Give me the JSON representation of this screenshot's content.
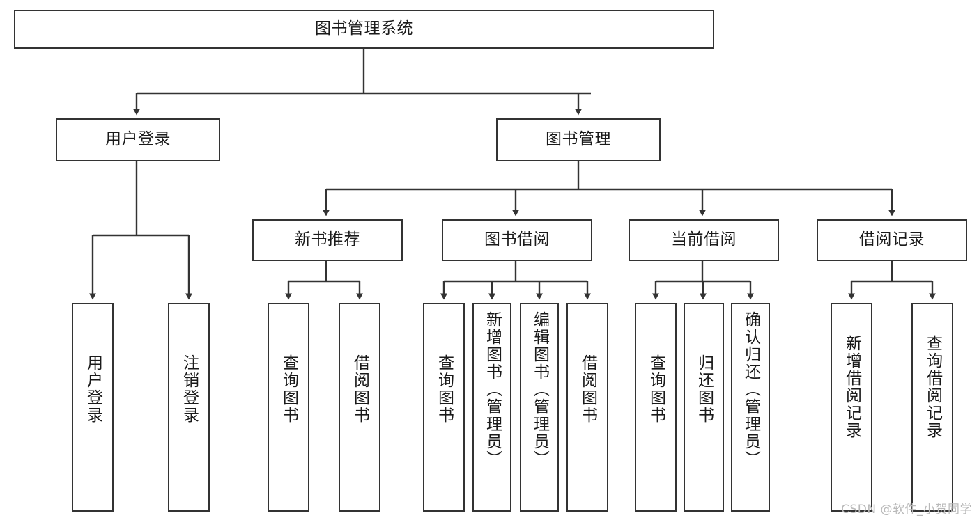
{
  "diagram": {
    "title": "图书管理系统",
    "watermark": "CSDN @软件_小贺同学",
    "colors": {
      "stroke": "#333333",
      "fill": "#ffffff",
      "text": "#1a1a1a",
      "watermark": "#b9b9b9"
    }
  },
  "nodes": {
    "root": {
      "label": "图书管理系统"
    },
    "level1": [
      {
        "label": "用户登录"
      },
      {
        "label": "图书管理"
      }
    ],
    "level2": [
      {
        "label": "新书推荐"
      },
      {
        "label": "图书借阅"
      },
      {
        "label": "当前借阅"
      },
      {
        "label": "借阅记录"
      }
    ],
    "leaves": {
      "user_login": [
        {
          "label": "用户登录"
        },
        {
          "label": "注销登录"
        }
      ],
      "new_book": [
        {
          "label": "查询图书"
        },
        {
          "label": "借阅图书"
        }
      ],
      "book_borrow": [
        {
          "label": "查询图书"
        },
        {
          "label": "新增图书（管理员）"
        },
        {
          "label": "编辑图书（管理员）"
        },
        {
          "label": "借阅图书"
        }
      ],
      "current_borrow": [
        {
          "label": "查询图书"
        },
        {
          "label": "归还图书"
        },
        {
          "label": "确认归还（管理员）"
        }
      ],
      "borrow_record": [
        {
          "label": "新增借阅记录"
        },
        {
          "label": "查询借阅记录"
        }
      ]
    }
  },
  "chart_data": {
    "type": "tree-diagram",
    "title": "图书管理系统",
    "root": "图书管理系统",
    "edges": [
      {
        "from": "图书管理系统",
        "to": "用户登录"
      },
      {
        "from": "图书管理系统",
        "to": "图书管理"
      },
      {
        "from": "用户登录",
        "to": "用户登录"
      },
      {
        "from": "用户登录",
        "to": "注销登录"
      },
      {
        "from": "图书管理",
        "to": "新书推荐"
      },
      {
        "from": "图书管理",
        "to": "图书借阅"
      },
      {
        "from": "图书管理",
        "to": "当前借阅"
      },
      {
        "from": "图书管理",
        "to": "借阅记录"
      },
      {
        "from": "新书推荐",
        "to": "查询图书"
      },
      {
        "from": "新书推荐",
        "to": "借阅图书"
      },
      {
        "from": "图书借阅",
        "to": "查询图书"
      },
      {
        "from": "图书借阅",
        "to": "新增图书（管理员）"
      },
      {
        "from": "图书借阅",
        "to": "编辑图书（管理员）"
      },
      {
        "from": "图书借阅",
        "to": "借阅图书"
      },
      {
        "from": "当前借阅",
        "to": "查询图书"
      },
      {
        "from": "当前借阅",
        "to": "归还图书"
      },
      {
        "from": "当前借阅",
        "to": "确认归还（管理员）"
      },
      {
        "from": "借阅记录",
        "to": "新增借阅记录"
      },
      {
        "from": "借阅记录",
        "to": "查询借阅记录"
      }
    ],
    "levels": 4
  }
}
